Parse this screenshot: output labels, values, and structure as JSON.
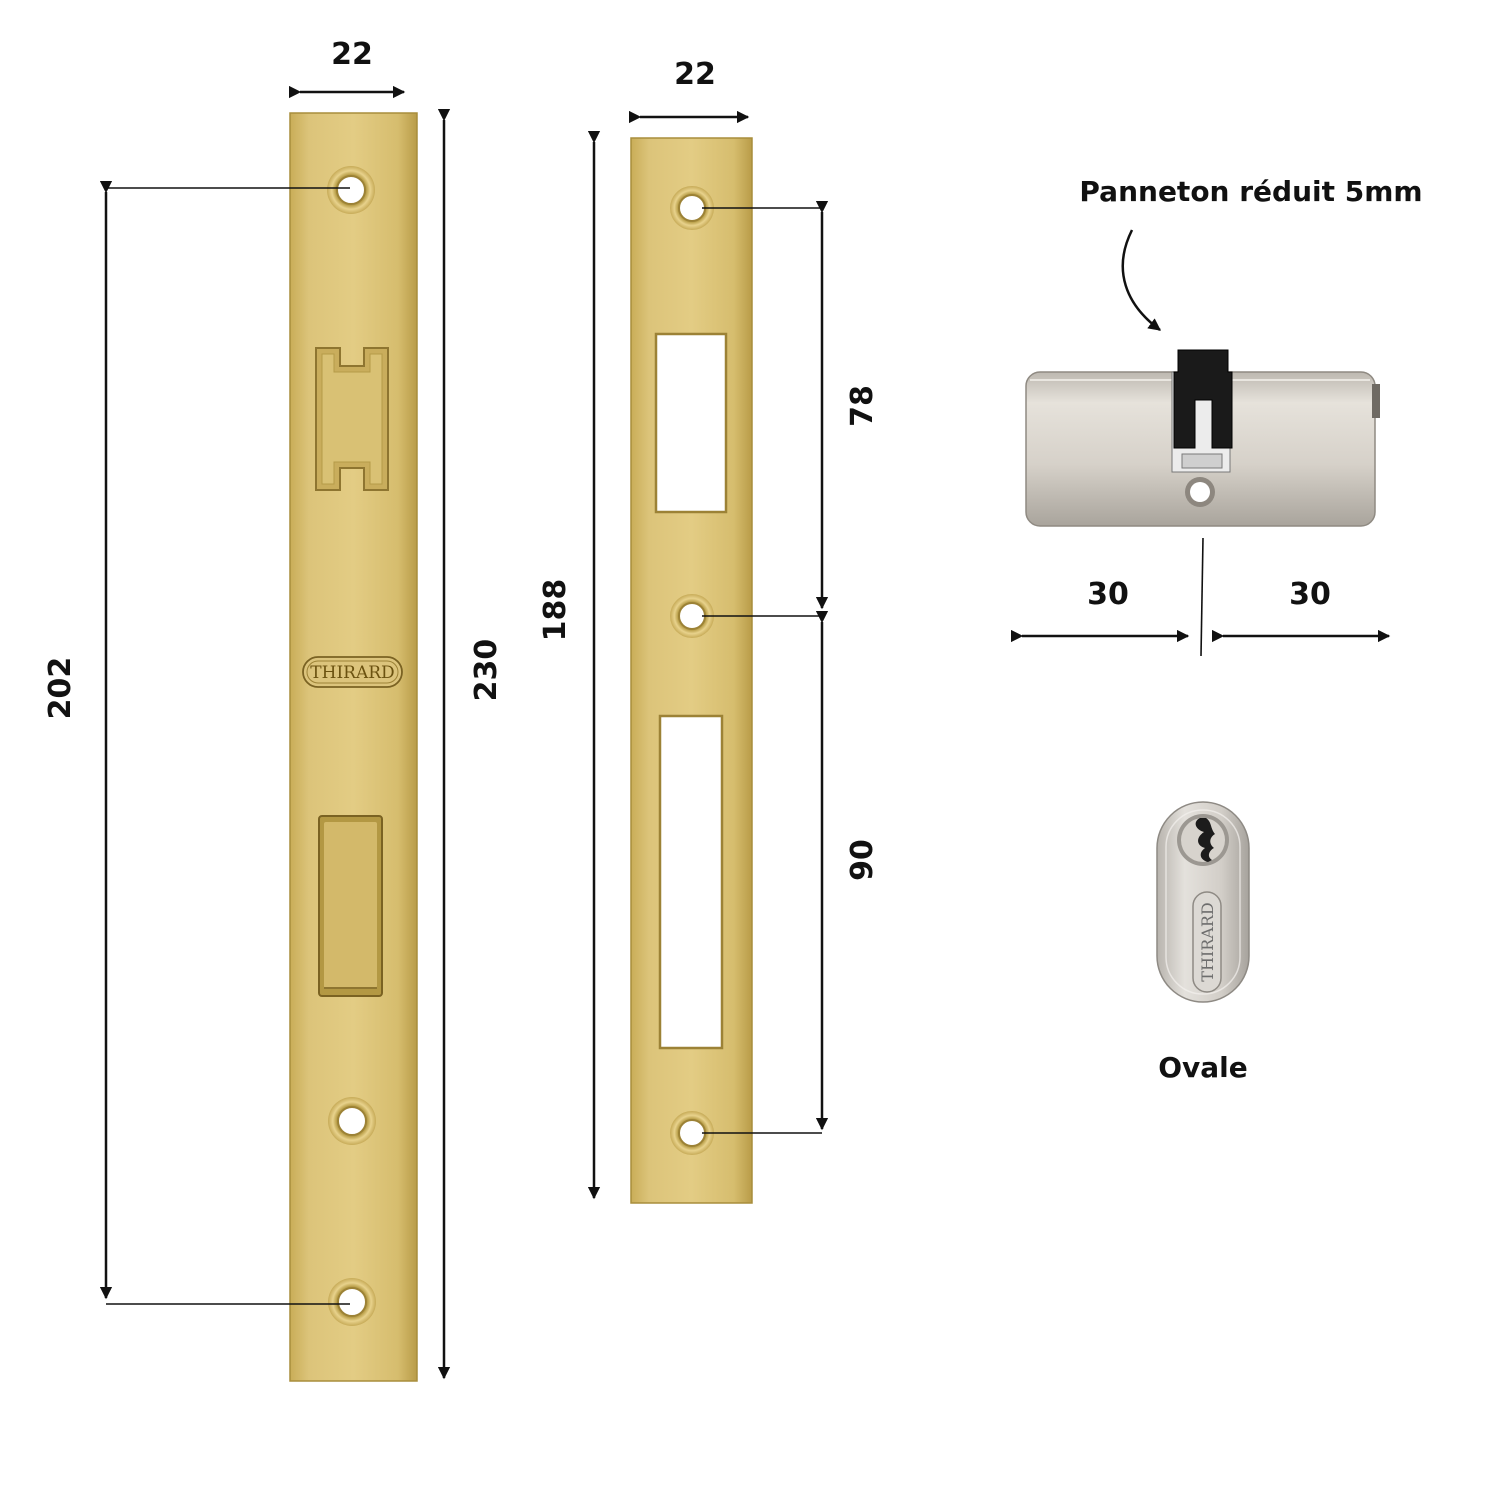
{
  "lock_plate": {
    "brand": "THIRARD",
    "width_label": "22",
    "height_label": "230",
    "hole_spacing_label": "202"
  },
  "strike_plate": {
    "width_label": "22",
    "height_label": "188",
    "upper_spacing_label": "78",
    "lower_spacing_label": "90"
  },
  "cylinder": {
    "cam_caption": "Panneton réduit 5mm",
    "left_length_label": "30",
    "right_length_label": "30"
  },
  "escutcheon": {
    "brand": "THIRARD",
    "caption": "Ovale"
  },
  "colors": {
    "brass": "#d7bf6e",
    "brass_dark": "#a88d3c",
    "nickel": "#d8d4cd",
    "cam": "#1a1a1a",
    "ink": "#111111"
  }
}
